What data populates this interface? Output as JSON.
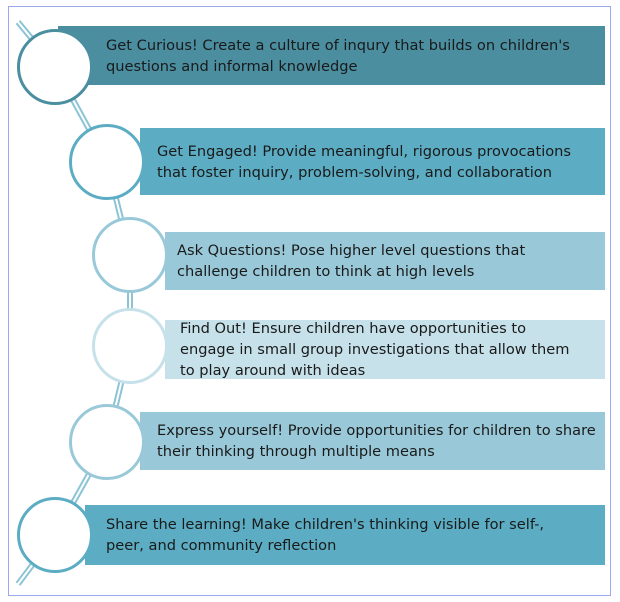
{
  "colors": {
    "dark": "#4a8ea0",
    "mid": "#5cadc3",
    "light": "#99c9d9",
    "pale": "#c6e1ea",
    "frame": "#9aa8f0"
  },
  "steps": [
    {
      "text": "Get Curious! Create a culture of inqury that builds on children's questions and informal knowledge"
    },
    {
      "text": "Get Engaged! Provide meaningful, rigorous provocations that foster inquiry, problem-solving, and collaboration"
    },
    {
      "text": "Ask Questions! Pose higher level questions that challenge children to think at high levels"
    },
    {
      "text": "Find Out! Ensure children have opportunities to engage in small group investigations that allow them to play around with ideas"
    },
    {
      "text": "Express yourself! Provide opportunities for children to share their thinking through multiple means"
    },
    {
      "text": "Share the learning! Make children's thinking visible for self-, peer, and community reflection"
    }
  ]
}
